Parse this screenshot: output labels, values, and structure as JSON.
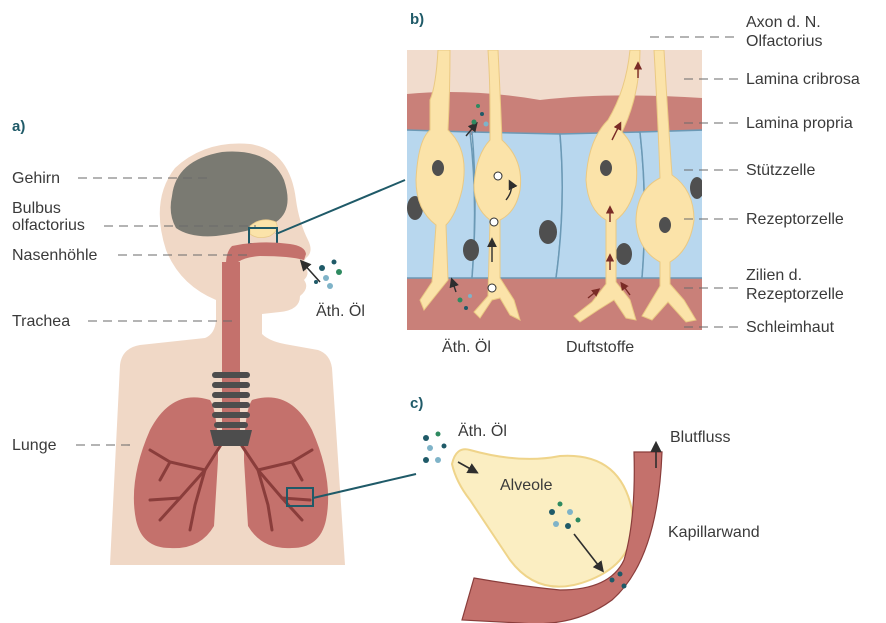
{
  "sections": {
    "a": "a)",
    "b": "b)",
    "c": "c)"
  },
  "panel_a": {
    "labels": {
      "gehirn": "Gehirn",
      "bulbus_1": "Bulbus",
      "bulbus_2": "olfactorius",
      "nasenhoehle": "Nasenhöhle",
      "trachea": "Trachea",
      "lunge": "Lunge",
      "oil": "Äth. Öl"
    }
  },
  "panel_b": {
    "right_labels": {
      "axon_1": "Axon d. N.",
      "axon_2": "Olfactorius",
      "lamina_cribrosa": "Lamina cribrosa",
      "lamina_propria": "Lamina propria",
      "stuetzzelle": "Stützzelle",
      "rezeptorzelle": "Rezeptorzelle",
      "zilien_1": "Zilien d.",
      "zilien_2": "Rezeptorzelle",
      "schleimhaut": "Schleimhaut"
    },
    "bottom_labels": {
      "oil": "Äth. Öl",
      "duftstoffe": "Duftstoffe"
    }
  },
  "panel_c": {
    "labels": {
      "oil": "Äth. Öl",
      "alveole": "Alveole",
      "blutfluss": "Blutfluss",
      "kapillarwand": "Kapillarwand"
    }
  },
  "colors": {
    "body": "#f0d8c6",
    "brain": "#7a7a72",
    "airway": "#c4716c",
    "lung": "#c4716c",
    "bronchi": "#8a3d3b",
    "cartilage": "#4d4d4d",
    "cells": "#b8d7ee",
    "neuron": "#fbe3a9",
    "nucleus": "#4f4f4f",
    "mucosa": "#c98079",
    "bone": "#f1dccd",
    "accent": "#1f5a68",
    "arrow": "#7a2b26"
  }
}
